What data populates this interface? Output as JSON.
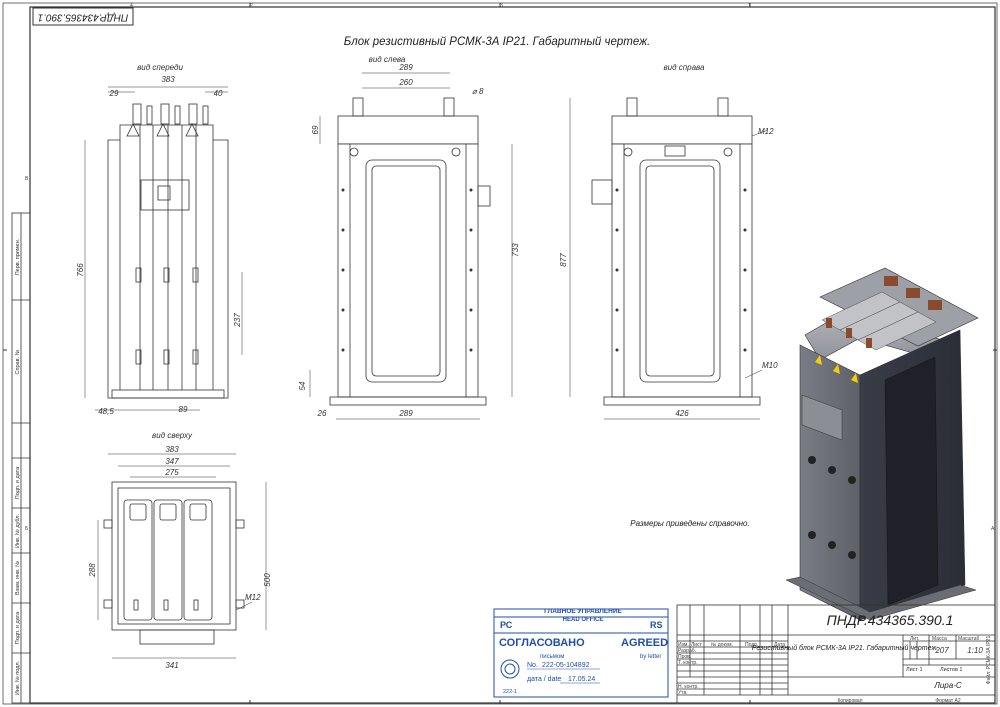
{
  "sheet": {
    "corner_code": "ПНДР.434365.390.1",
    "title": "Блок резистивный РСМК-3А IP21. Габаритный чертеж.",
    "note": "Размеры приведены справочно.",
    "zone_numbers_top": [
      "4",
      "2",
      "3",
      "1"
    ],
    "zone_letters_left": [
      "В",
      "Б"
    ],
    "zone_letters_right": [
      "А"
    ]
  },
  "views": {
    "front": "вид спереди",
    "left": "вид слева",
    "right": "вид справа",
    "top": "вид сверху"
  },
  "dimensions": {
    "front": {
      "width": "383",
      "left": "29",
      "right": "40",
      "height": "766",
      "span": "237",
      "bottom_left": "48,5",
      "bottom_mid": "89"
    },
    "left": {
      "w_outer": "289",
      "w_inner": "260",
      "hole": "⌀ 8",
      "top": "69",
      "height": "733",
      "bottom": "54",
      "bottom_left": "26",
      "bottom_width": "289"
    },
    "right": {
      "thread_top": "M12",
      "height": "877",
      "thread_bottom": "M10",
      "width": "426"
    },
    "top": {
      "w1": "383",
      "w2": "347",
      "w3": "275",
      "depth": "288",
      "full": "500",
      "thread": "M12",
      "bottom": "341"
    }
  },
  "side_stamps": [
    "Перв. примен.",
    "Справ. №",
    "Подп. и дата",
    "Инв. № дубл.",
    "Взам. инв. №",
    "Подп. и дата",
    "Инв. № подл."
  ],
  "approval": {
    "org": "ГЛАВНОЕ УПРАВЛЕНИЕ",
    "org_en": "HEAD OFFICE",
    "rc": "РС",
    "rs": "RS",
    "agreed_ru": "СОГЛАСОВАНО",
    "agreed_en": "AGREED",
    "by_letter_ru": "письмом",
    "by_letter_en": "by letter",
    "no_label": "No.",
    "no_value": "222-05-104892",
    "date_label": "дата / date",
    "date_value": "17.05.24",
    "inspector": "222-1"
  },
  "title_block": {
    "doc_number": "ПНДР.434365.390.1",
    "name": "Резистивный блок РСМК-3А IP21. Габаритный чертеж.",
    "col_izm": "Изм.",
    "col_list": "Лист",
    "col_doc": "№ докум.",
    "col_sign": "Подп.",
    "col_date": "Дата",
    "row_razrab": "Разраб.",
    "row_prov": "Пров.",
    "row_tkontr": "Т. контр.",
    "row_nkontr": "Н. контр.",
    "row_utv": "Утв.",
    "lit": "Лит.",
    "mass_label": "Масса",
    "scale_label": "Масштаб",
    "mass": "207",
    "scale": "1:10",
    "sheet": "Лист 1",
    "sheets": "Листов 1",
    "org": "Лира-С",
    "copied": "Копировал",
    "format": "Формат А2",
    "file": "Файл: РСМК-3А IP21"
  },
  "colors": {
    "line": "#333333",
    "body": "#6f7079",
    "copper": "#8a4a2e",
    "stamp": "#1f4fa8"
  }
}
